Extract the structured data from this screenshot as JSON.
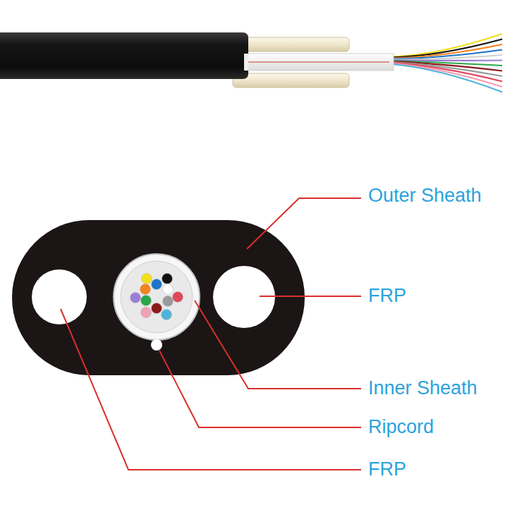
{
  "diagram": {
    "labels": [
      "Outer Sheath",
      "FRP",
      "Inner Sheath",
      "Ripcord",
      "FRP"
    ]
  }
}
